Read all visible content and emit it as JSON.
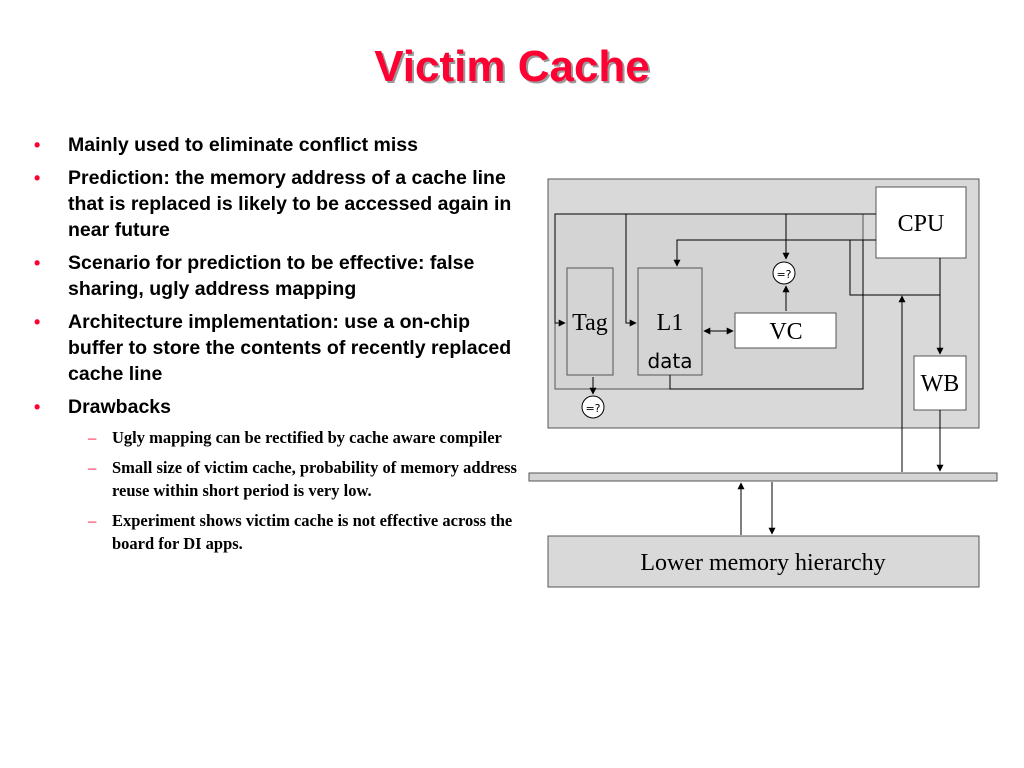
{
  "slide": {
    "title": "Victim Cache",
    "bullets": [
      "Mainly used to eliminate conflict miss",
      "Prediction: the memory address of a cache line that is replaced  is likely to be accessed again in near future",
      "Scenario for prediction to be effective: false sharing, ugly address mapping",
      "Architecture implementation: use a on-chip buffer to store the contents of recently replaced cache line",
      "Drawbacks"
    ],
    "sub_bullets": [
      "Ugly mapping can be rectified by cache aware compiler",
      "Small size of victim cache, probability of memory address reuse within short period is very low.",
      "Experiment shows victim cache is not effective across the board for DI apps."
    ]
  },
  "diagram": {
    "cpu": "CPU",
    "tag": "Tag",
    "l1_line1": "L1",
    "l1_line2": "data",
    "vc": "VC",
    "wb": "WB",
    "lower_memory": "Lower memory hierarchy",
    "comparator_symbol": "=?"
  },
  "colors": {
    "title": "#ff0033",
    "bullet": "#ff0033",
    "panel": "#d9d9d9",
    "box": "#ffffff"
  }
}
